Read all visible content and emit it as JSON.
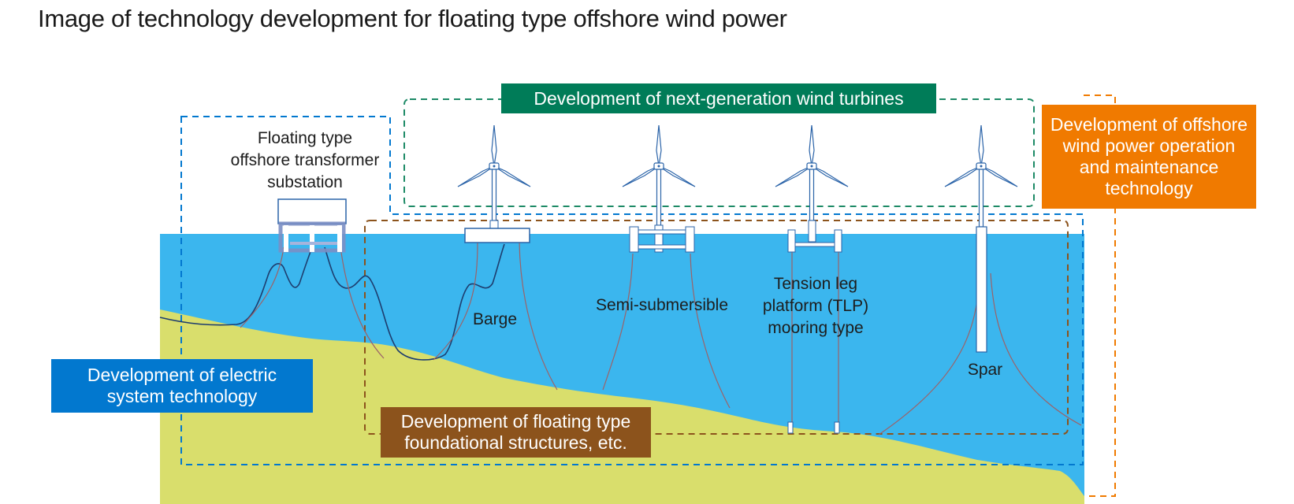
{
  "title": "Image of technology development for floating type offshore wind power",
  "colors": {
    "sea": "#3bb6ee",
    "seabed": "#d9de6c",
    "turbine_stroke": "#2a63a8",
    "mooring": "#9c6268",
    "cable": "#1e3d6e",
    "green": "#007c58",
    "blue": "#0278cf",
    "brown": "#8c531c",
    "orange": "#f07a00"
  },
  "categories": {
    "wind_turbines": "Development of next-generation wind turbines",
    "om_technology": "Development of offshore wind power operation and maintenance technology",
    "electric_system": "Development of electric system technology",
    "foundations": "Development of floating type foundational structures, etc."
  },
  "category_lines": {
    "om_technology": [
      "Development of offshore",
      "wind power operation",
      "and maintenance",
      "technology"
    ],
    "electric_system": [
      "Development of electric",
      "system technology"
    ],
    "foundations": [
      "Development of floating type",
      "foundational structures, etc."
    ]
  },
  "labels": {
    "substation": [
      "Floating type",
      "offshore transformer",
      "substation"
    ],
    "barge": "Barge",
    "semi_submersible": "Semi-submersible",
    "tlp": [
      "Tension leg",
      "platform (TLP)",
      "mooring type"
    ],
    "spar": "Spar"
  }
}
